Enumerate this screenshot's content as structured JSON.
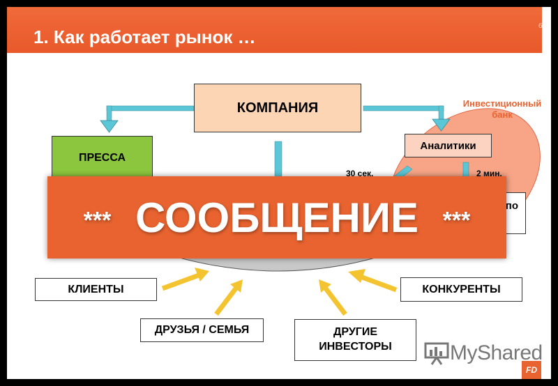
{
  "header": {
    "title": "1. Как работает рынок …",
    "page_number": "6"
  },
  "nodes": {
    "company": "КОМПАНИЯ",
    "press": "ПРЕССА",
    "analysts": "Аналитики",
    "investment_bank": "Инвестиционный банк",
    "partial_box": "по",
    "clients": "КЛИЕНТЫ",
    "friends_family": "ДРУЗЬЯ / СЕМЬЯ",
    "other_investors_line1": "ДРУГИЕ",
    "other_investors_line2": "ИНВЕСТОРЫ",
    "competitors": "КОНКУРЕНТЫ"
  },
  "labels": {
    "time_30s": "30 сек.",
    "time_2min": "2 мин."
  },
  "banner": {
    "stars_left": "***",
    "text": "СООБЩЕНИЕ",
    "stars_right": "***"
  },
  "watermark": {
    "text": "MyShared",
    "corner": "FD"
  },
  "colors": {
    "accent": "#e8632f",
    "press": "#8cc63e",
    "company": "#fcd5b5",
    "bank": "#f7a586",
    "arrow_teal": "#5bc6d6",
    "arrow_yellow": "#f4c430"
  }
}
